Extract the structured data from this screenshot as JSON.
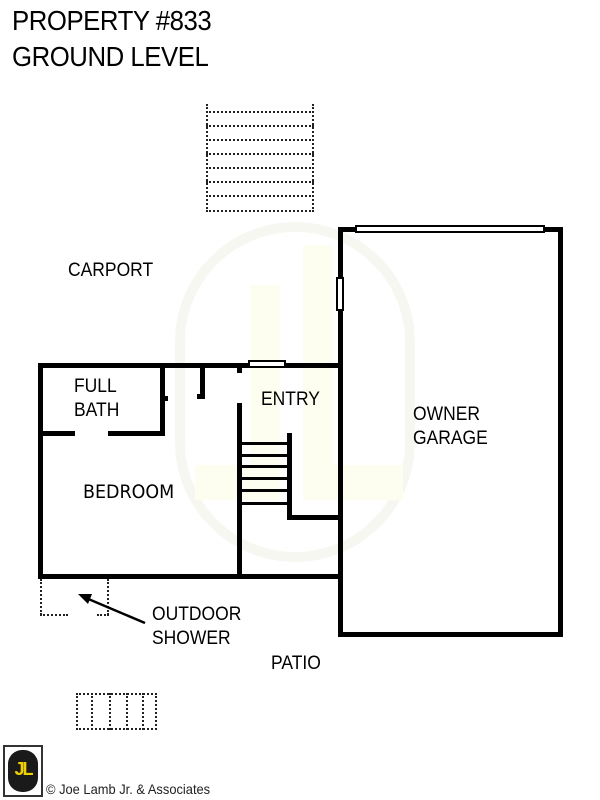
{
  "header": {
    "title_line1": "PROPERTY #833",
    "title_line2": "GROUND LEVEL"
  },
  "rooms": {
    "carport": "CARPORT",
    "full_bath_line1": "FULL",
    "full_bath_line2": "BATH",
    "entry": "ENTRY",
    "bedroom": "BEDROOM",
    "owner_garage_line1": "OWNER",
    "owner_garage_line2": "GARAGE",
    "outdoor_shower_line1": "OUTDOOR",
    "outdoor_shower_line2": "SHOWER",
    "patio": "PATIO"
  },
  "footer": {
    "logo_text": "JL",
    "copyright": "© Joe Lamb Jr. & Associates"
  },
  "colors": {
    "walls": "#000000",
    "watermark": "#fefef0",
    "logo_yellow": "#f0d000",
    "logo_dark": "#1a1a1a"
  }
}
